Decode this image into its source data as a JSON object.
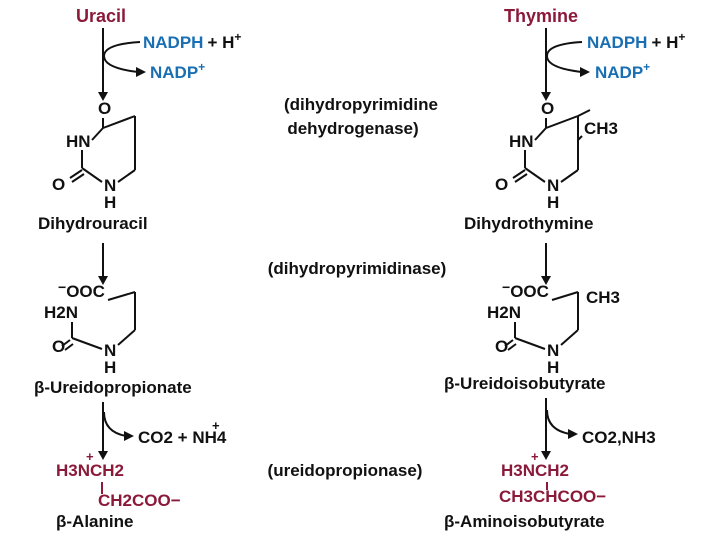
{
  "colors": {
    "text": "#111111",
    "substrate": "#8b1a3a",
    "cofactor": "#1a6fb3"
  },
  "enzymes": {
    "step1_line1": "(dihydropyrimidine",
    "step1_line2": "dehydrogenase)",
    "step2": "(dihydropyrimidinase)",
    "step3": "(ureidopropionase)"
  },
  "left": {
    "start": "Uracil",
    "cofactor_in_a": "NADPH",
    "cofactor_in_b": "+ H",
    "cofactor_in_sup": "+",
    "cofactor_out": "NADP",
    "cofactor_out_sup": "+",
    "ring": {
      "o": "O",
      "hn": "HN",
      "o2": "O",
      "n": "N",
      "h": "H"
    },
    "intermediate1": "Dihydrouracil",
    "open": {
      "charge": "−",
      "ooc": "OOC",
      "h2n": "H2N",
      "o": "O",
      "n": "N",
      "h": "H"
    },
    "intermediate2": "β-Ureidopropionate",
    "byproduct_co2": "CO2 + NH4",
    "byproduct_plus": "+",
    "product_line1": "H3NCH2",
    "product_plus": "+",
    "product_line2": "CH2COO−",
    "product": "β-Alanine"
  },
  "right": {
    "start": "Thymine",
    "cofactor_in_a": "NADPH",
    "cofactor_in_b": "+ H",
    "cofactor_in_sup": "+",
    "cofactor_out": "NADP",
    "cofactor_out_sup": "+",
    "ring": {
      "o": "O",
      "hn": "HN",
      "ch3": "CH3",
      "o2": "O",
      "n": "N",
      "h": "H"
    },
    "intermediate1": "Dihydrothymine",
    "open": {
      "charge": "−",
      "ooc": "OOC",
      "ch3": "CH3",
      "h2n": "H2N",
      "o": "O",
      "n": "N",
      "h": "H"
    },
    "intermediate2": "β-Ureidoisobutyrate",
    "byproduct": "CO2,NH3",
    "product_line1": "H3NCH2",
    "product_plus": "+",
    "product_line2": "CH3CHCOO−",
    "product": "β-Aminoisobutyrate"
  }
}
